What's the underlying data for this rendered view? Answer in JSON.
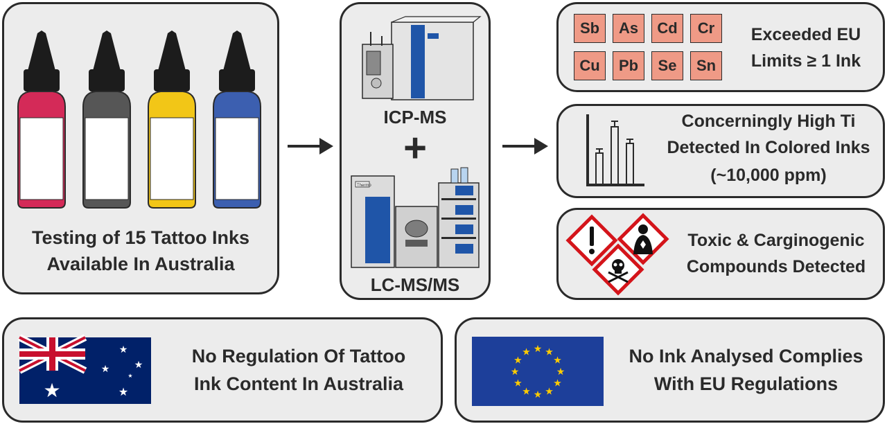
{
  "panels": {
    "inks": {
      "caption_line1": "Testing of 15 Tattoo Inks",
      "caption_line2": "Available In Australia",
      "bottle_colors": [
        "#d42a58",
        "#565656",
        "#f2c617",
        "#3c5fb0"
      ]
    },
    "methods": {
      "method1": "ICP-MS",
      "plus": "+",
      "method2": "LC-MS/MS",
      "instrument_label": "Thermo"
    },
    "elements": {
      "items": [
        "Sb",
        "As",
        "Cd",
        "Cr",
        "Cu",
        "Pb",
        "Se",
        "Sn"
      ],
      "tile_color": "#ef9a86",
      "text_line1": "Exceeded EU",
      "text_line2": "Limits ≥ 1 Ink"
    },
    "titanium": {
      "text_line1": "Concerningly High Ti",
      "text_line2": "Detected In Colored Inks",
      "text_line3": "(~10,000 ppm)"
    },
    "toxic": {
      "text_line1": "Toxic & Carginogenic",
      "text_line2": "Compounds Detected",
      "icons": [
        "exclamation-hazard-icon",
        "health-hazard-icon",
        "skull-crossbones-icon"
      ]
    },
    "australia": {
      "text_line1": "No Regulation Of Tattoo",
      "text_line2": "Ink Content In Australia",
      "flag_blue": "#012169",
      "flag_red": "#c8102e"
    },
    "eu": {
      "text_line1": "No Ink Analysed Complies",
      "text_line2": "With EU Regulations",
      "flag_blue": "#1d3f9a",
      "star_color": "#ffcc00"
    }
  },
  "colors": {
    "border": "#2a2a2a",
    "panel_bg": "#ececec"
  }
}
